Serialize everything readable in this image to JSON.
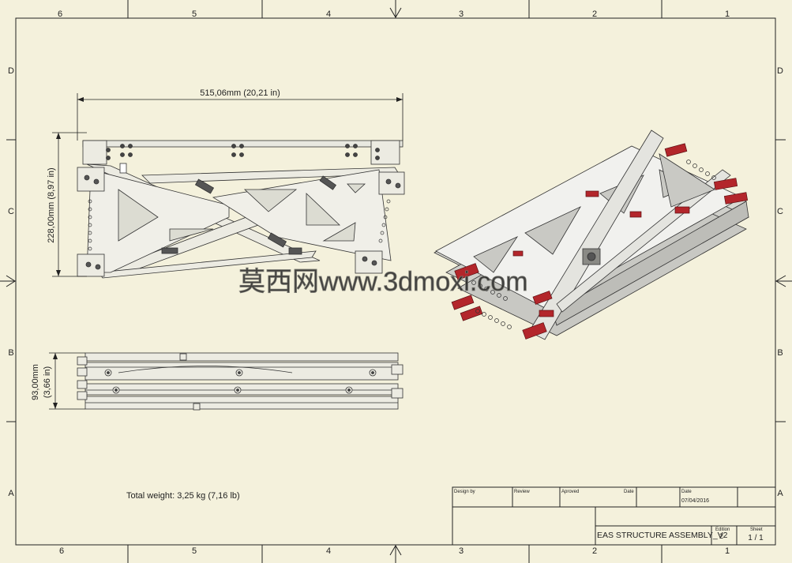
{
  "zones": {
    "columns": [
      "6",
      "5",
      "4",
      "3",
      "2",
      "1"
    ],
    "rows": [
      "D",
      "C",
      "B",
      "A"
    ]
  },
  "dimensions": {
    "width": "515,06mm (20,21 in)",
    "height": "228,00mm (8,97 in)",
    "thickness_mm": "93,00mm",
    "thickness_in": "(3,66 in)"
  },
  "total_weight": "Total weight: 3,25 kg (7,16 lb)",
  "watermark": "莫西网www.3dmoxi.com",
  "title_block": {
    "design_by_label": "Design by",
    "review_label": "Review",
    "approved_label": "Aproved",
    "date_label_1": "Date",
    "date_label_2": "Date",
    "date_value": "07/04/2016",
    "title": "EAS STRUCTURE ASSEMBLY_V2",
    "edition_label": "Edition",
    "edition_value": "2",
    "sheet_label": "Sheet",
    "sheet_value": "1 / 1"
  },
  "colors": {
    "paper": "#f4f1dc",
    "line": "#222222",
    "part_fill": "#e6e6e0",
    "accent_red": "#b3262b"
  }
}
